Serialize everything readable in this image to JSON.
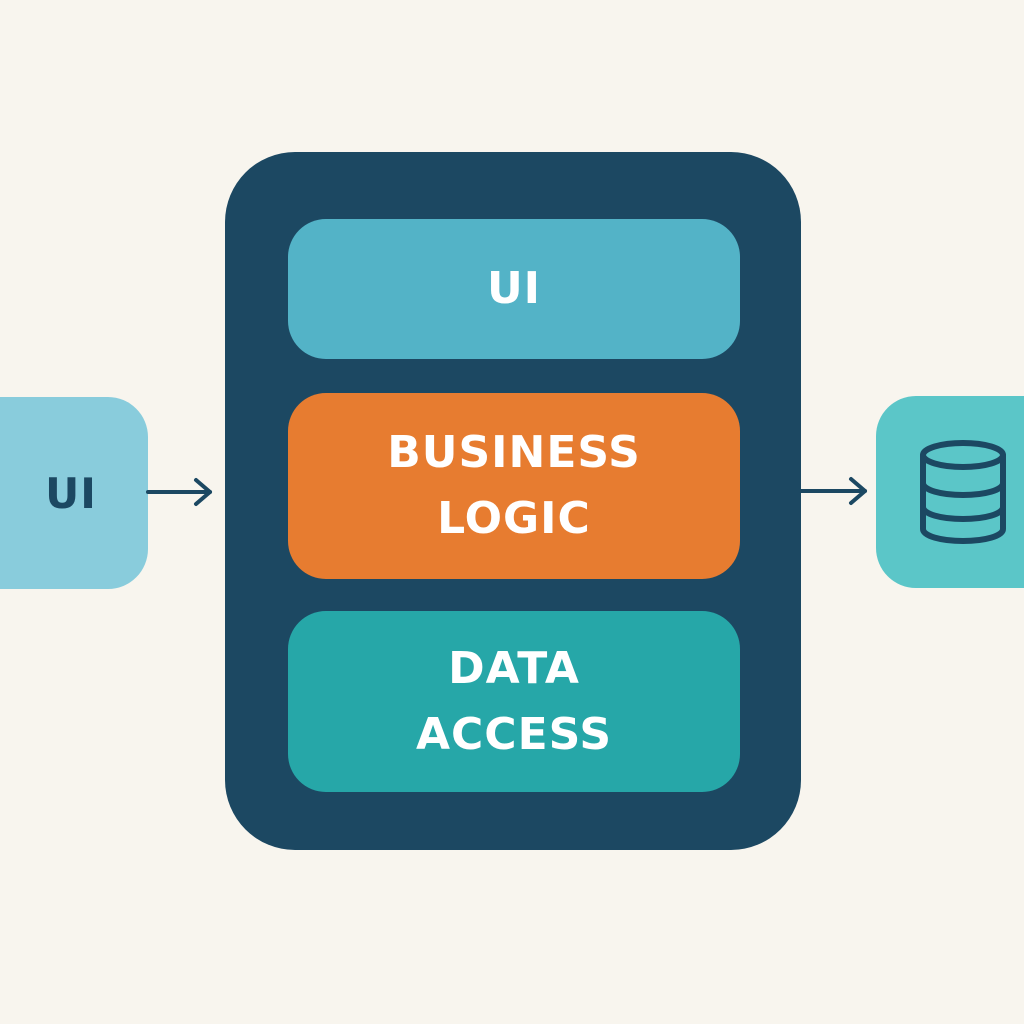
{
  "colors": {
    "background": "#f8f5ee",
    "container": "#1c4862",
    "ui_layer": "#53b3c7",
    "business_logic_layer": "#e77c30",
    "data_access_layer": "#26a7a8",
    "client_box": "#89ccdc",
    "database_box": "#5bc6c8",
    "arrow": "#1c4862"
  },
  "container": {
    "layers": [
      {
        "label": "UI",
        "color_key": "ui_layer"
      },
      {
        "label": "BUSINESS\nLOGIC",
        "color_key": "business_logic_layer"
      },
      {
        "label": "DATA\nACCESS",
        "color_key": "data_access_layer"
      }
    ]
  },
  "client": {
    "label": "UI",
    "color_key": "client_box"
  },
  "database": {
    "icon": "database-icon",
    "color_key": "database_box"
  }
}
